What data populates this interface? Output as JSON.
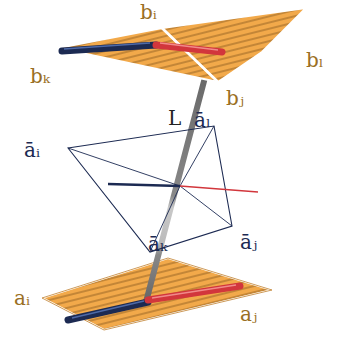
{
  "diagram": {
    "labels": [
      "bᵢ",
      "bₗ",
      "bₖ",
      "bⱼ",
      "L",
      "āᵢ",
      "āₗ",
      "āₖ",
      "āⱼ",
      "aᵢ",
      "aⱼ"
    ]
  }
}
